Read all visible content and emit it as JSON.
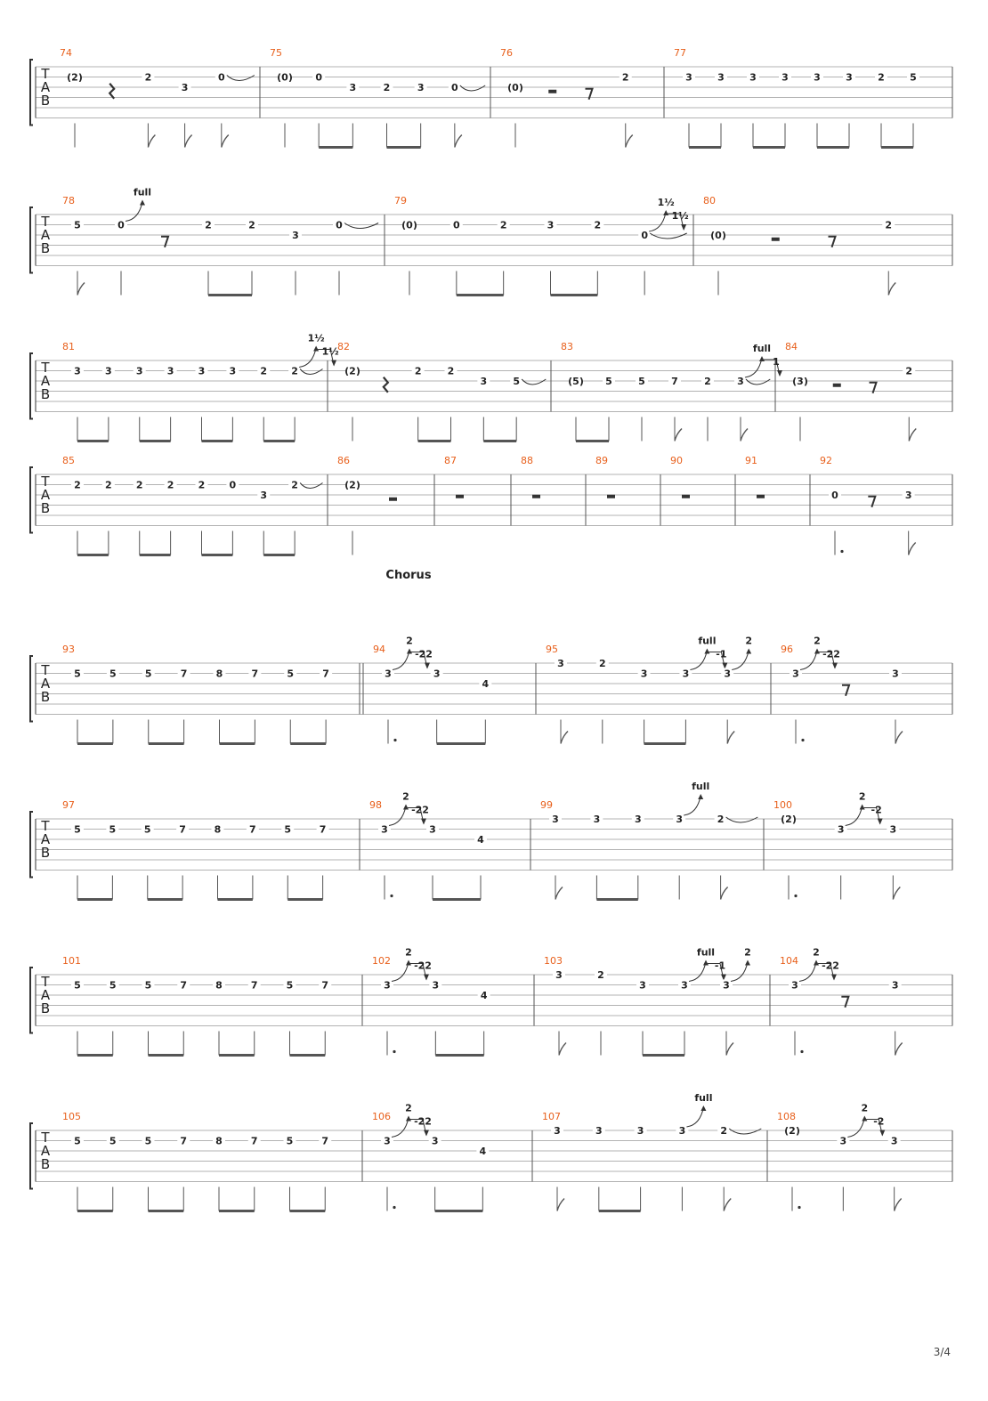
{
  "page_number": "3/4",
  "section_label": "Chorus",
  "clef_letters": [
    "T",
    "A",
    "B"
  ],
  "systems": [
    {
      "bars": [
        {
          "n": "74",
          "notes": [
            {
              "t": "(2)",
              "s": 1,
              "tie_from_prev": true,
              "stem": 0
            },
            {
              "rest": "quarter"
            },
            {
              "t": "2",
              "s": 1,
              "stem": 1
            },
            {
              "t": "3",
              "s": 2,
              "stem": 1
            },
            {
              "t": "0",
              "s": 1,
              "stem": 1,
              "tie": true
            }
          ]
        },
        {
          "n": "75",
          "notes": [
            {
              "t": "(0)",
              "s": 1,
              "stem": 0
            },
            {
              "t": "0",
              "s": 1
            },
            {
              "t": "3",
              "s": 2
            },
            {
              "t": "2",
              "s": 2
            },
            {
              "t": "3",
              "s": 2
            },
            {
              "t": "0",
              "s": 2,
              "stem": 1,
              "tie": true
            }
          ]
        },
        {
          "n": "76",
          "notes": [
            {
              "t": "(0)",
              "s": 2,
              "stem": 0
            },
            {
              "rest": "half"
            },
            {
              "rest": "eighth"
            },
            {
              "t": "2",
              "s": 1,
              "stem": 1
            }
          ]
        },
        {
          "n": "77",
          "notes": [
            {
              "t": "3",
              "s": 1
            },
            {
              "t": "3",
              "s": 1
            },
            {
              "t": "3",
              "s": 1
            },
            {
              "t": "3",
              "s": 1
            },
            {
              "t": "3",
              "s": 1
            },
            {
              "t": "3",
              "s": 1
            },
            {
              "t": "2",
              "s": 1
            },
            {
              "t": "5",
              "s": 1
            }
          ]
        }
      ]
    },
    {
      "bars": [
        {
          "n": "78",
          "notes": [
            {
              "t": "5",
              "s": 1,
              "stem": 1
            },
            {
              "t": "0",
              "s": 1,
              "stem": 0,
              "bend": "full"
            },
            {
              "rest": "eighth"
            },
            {
              "t": "2",
              "s": 1
            },
            {
              "t": "2",
              "s": 1
            },
            {
              "t": "3",
              "s": 2
            },
            {
              "t": "0",
              "s": 1,
              "stem": 0,
              "tie": true
            }
          ]
        },
        {
          "n": "79",
          "notes": [
            {
              "t": "(0)",
              "s": 1,
              "stem": 0
            },
            {
              "t": "0",
              "s": 1
            },
            {
              "t": "2",
              "s": 1
            },
            {
              "t": "3",
              "s": 1
            },
            {
              "t": "2",
              "s": 1
            },
            {
              "t": "0",
              "s": 2,
              "bend": "1½",
              "release": "1½",
              "tie": true
            }
          ]
        },
        {
          "n": "80",
          "notes": [
            {
              "t": "(0)",
              "s": 2,
              "stem": 0
            },
            {
              "rest": "half"
            },
            {
              "rest": "eighth"
            },
            {
              "t": "2",
              "s": 1,
              "stem": 1
            }
          ]
        }
      ]
    },
    {
      "bars": [
        {
          "n": "81",
          "notes": [
            {
              "t": "3",
              "s": 1
            },
            {
              "t": "3",
              "s": 1
            },
            {
              "t": "3",
              "s": 1
            },
            {
              "t": "3",
              "s": 1
            },
            {
              "t": "3",
              "s": 1
            },
            {
              "t": "3",
              "s": 1
            },
            {
              "t": "2",
              "s": 1
            },
            {
              "t": "2",
              "s": 1,
              "bend": "1½",
              "release": "1½",
              "tie": true
            }
          ]
        },
        {
          "n": "82",
          "notes": [
            {
              "t": "(2)",
              "s": 1,
              "stem": 0
            },
            {
              "rest": "quarter"
            },
            {
              "t": "2",
              "s": 1
            },
            {
              "t": "2",
              "s": 1
            },
            {
              "t": "3",
              "s": 2
            },
            {
              "t": "5",
              "s": 2,
              "tie": true
            }
          ]
        },
        {
          "n": "83",
          "notes": [
            {
              "t": "(5)",
              "s": 2
            },
            {
              "t": "5",
              "s": 2
            },
            {
              "t": "5",
              "s": 2
            },
            {
              "t": "7",
              "s": 2,
              "stem": 1
            },
            {
              "t": "2",
              "s": 2,
              "stem": 0
            },
            {
              "t": "3",
              "s": 2,
              "stem": 1,
              "bend": "full",
              "release": "1",
              "tie": true
            }
          ]
        },
        {
          "n": "84",
          "notes": [
            {
              "t": "(3)",
              "s": 2,
              "stem": 0
            },
            {
              "rest": "half"
            },
            {
              "rest": "eighth"
            },
            {
              "t": "2",
              "s": 1,
              "stem": 1
            }
          ]
        }
      ]
    },
    {
      "bars": [
        {
          "n": "85",
          "notes": [
            {
              "t": "2",
              "s": 1
            },
            {
              "t": "2",
              "s": 1
            },
            {
              "t": "2",
              "s": 1
            },
            {
              "t": "2",
              "s": 1
            },
            {
              "t": "2",
              "s": 1
            },
            {
              "t": "0",
              "s": 1
            },
            {
              "t": "3",
              "s": 2
            },
            {
              "t": "2",
              "s": 1,
              "tie": true
            }
          ]
        },
        {
          "n": "86",
          "notes": [
            {
              "t": "(2)",
              "s": 1,
              "stem": 0
            },
            {
              "rest": "half"
            }
          ]
        },
        {
          "n": "87",
          "notes": [
            {
              "rest": "whole"
            }
          ]
        },
        {
          "n": "88",
          "notes": [
            {
              "rest": "whole"
            }
          ]
        },
        {
          "n": "89",
          "notes": [
            {
              "rest": "whole"
            }
          ]
        },
        {
          "n": "90",
          "notes": [
            {
              "rest": "whole"
            }
          ]
        },
        {
          "n": "91",
          "notes": [
            {
              "rest": "whole"
            }
          ]
        },
        {
          "n": "92",
          "notes": [
            {
              "t": "0",
              "s": 2,
              "stem": 0,
              "dot": true
            },
            {
              "rest": "eighth"
            },
            {
              "t": "3",
              "s": 2,
              "stem": 1
            }
          ]
        }
      ]
    },
    {
      "bars": [
        {
          "n": "93",
          "notes": [
            {
              "t": "5",
              "s": 1
            },
            {
              "t": "5",
              "s": 1
            },
            {
              "t": "5",
              "s": 1
            },
            {
              "t": "7",
              "s": 1
            },
            {
              "t": "8",
              "s": 1
            },
            {
              "t": "7",
              "s": 1
            },
            {
              "t": "5",
              "s": 1
            },
            {
              "t": "7",
              "s": 1
            }
          ],
          "end_double": true
        },
        {
          "n": "94",
          "notes": [
            {
              "t": "3",
              "s": 1,
              "stem": 0,
              "dot": true,
              "bend": "2",
              "release": "-22"
            },
            {
              "t": "3",
              "s": 1
            },
            {
              "t": "4",
              "s": 2
            }
          ]
        },
        {
          "n": "95",
          "notes": [
            {
              "t": "3",
              "s": 0,
              "stem": 1
            },
            {
              "t": "2",
              "s": 0,
              "stem": 0
            },
            {
              "t": "3",
              "s": 1
            },
            {
              "t": "3",
              "s": 1,
              "bend": "full",
              "release": "-1"
            },
            {
              "t": "3",
              "s": 1,
              "stem": 1,
              "bend": "2"
            }
          ]
        },
        {
          "n": "96",
          "notes": [
            {
              "t": "3",
              "s": 1,
              "stem": 0,
              "dot": true,
              "bend": "2",
              "release": "-22"
            },
            {
              "rest": "eighth"
            },
            {
              "t": "3",
              "s": 1,
              "stem": 1
            }
          ]
        }
      ]
    },
    {
      "bars": [
        {
          "n": "97",
          "notes": [
            {
              "t": "5",
              "s": 1
            },
            {
              "t": "5",
              "s": 1
            },
            {
              "t": "5",
              "s": 1
            },
            {
              "t": "7",
              "s": 1
            },
            {
              "t": "8",
              "s": 1
            },
            {
              "t": "7",
              "s": 1
            },
            {
              "t": "5",
              "s": 1
            },
            {
              "t": "7",
              "s": 1
            }
          ]
        },
        {
          "n": "98",
          "notes": [
            {
              "t": "3",
              "s": 1,
              "stem": 0,
              "dot": true,
              "bend": "2",
              "release": "-22"
            },
            {
              "t": "3",
              "s": 1
            },
            {
              "t": "4",
              "s": 2
            }
          ]
        },
        {
          "n": "99",
          "notes": [
            {
              "t": "3",
              "s": 0,
              "stem": 1
            },
            {
              "t": "3",
              "s": 0
            },
            {
              "t": "3",
              "s": 0
            },
            {
              "t": "3",
              "s": 0,
              "bend": "full"
            },
            {
              "t": "2",
              "s": 0,
              "stem": 1,
              "tie": true
            }
          ]
        },
        {
          "n": "100",
          "notes": [
            {
              "t": "(2)",
              "s": 0,
              "stem": 0,
              "dot": true
            },
            {
              "t": "3",
              "s": 1,
              "bend": "2",
              "release": "-2"
            },
            {
              "t": "3",
              "s": 1,
              "stem": 1
            }
          ]
        }
      ]
    },
    {
      "bars": [
        {
          "n": "101",
          "notes": [
            {
              "t": "5",
              "s": 1
            },
            {
              "t": "5",
              "s": 1
            },
            {
              "t": "5",
              "s": 1
            },
            {
              "t": "7",
              "s": 1
            },
            {
              "t": "8",
              "s": 1
            },
            {
              "t": "7",
              "s": 1
            },
            {
              "t": "5",
              "s": 1
            },
            {
              "t": "7",
              "s": 1
            }
          ]
        },
        {
          "n": "102",
          "notes": [
            {
              "t": "3",
              "s": 1,
              "stem": 0,
              "dot": true,
              "bend": "2",
              "release": "-22"
            },
            {
              "t": "3",
              "s": 1
            },
            {
              "t": "4",
              "s": 2
            }
          ]
        },
        {
          "n": "103",
          "notes": [
            {
              "t": "3",
              "s": 0,
              "stem": 1
            },
            {
              "t": "2",
              "s": 0,
              "stem": 0
            },
            {
              "t": "3",
              "s": 1
            },
            {
              "t": "3",
              "s": 1,
              "bend": "full",
              "release": "-1"
            },
            {
              "t": "3",
              "s": 1,
              "stem": 1,
              "bend": "2"
            }
          ]
        },
        {
          "n": "104",
          "notes": [
            {
              "t": "3",
              "s": 1,
              "stem": 0,
              "dot": true,
              "bend": "2",
              "release": "-22"
            },
            {
              "rest": "eighth"
            },
            {
              "t": "3",
              "s": 1,
              "stem": 1
            }
          ]
        }
      ]
    },
    {
      "bars": [
        {
          "n": "105",
          "notes": [
            {
              "t": "5",
              "s": 1
            },
            {
              "t": "5",
              "s": 1
            },
            {
              "t": "5",
              "s": 1
            },
            {
              "t": "7",
              "s": 1
            },
            {
              "t": "8",
              "s": 1
            },
            {
              "t": "7",
              "s": 1
            },
            {
              "t": "5",
              "s": 1
            },
            {
              "t": "7",
              "s": 1
            }
          ]
        },
        {
          "n": "106",
          "notes": [
            {
              "t": "3",
              "s": 1,
              "stem": 0,
              "dot": true,
              "bend": "2",
              "release": "-22"
            },
            {
              "t": "3",
              "s": 1
            },
            {
              "t": "4",
              "s": 2
            }
          ]
        },
        {
          "n": "107",
          "notes": [
            {
              "t": "3",
              "s": 0,
              "stem": 1
            },
            {
              "t": "3",
              "s": 0
            },
            {
              "t": "3",
              "s": 0
            },
            {
              "t": "3",
              "s": 0,
              "bend": "full"
            },
            {
              "t": "2",
              "s": 0,
              "stem": 1,
              "tie": true
            }
          ]
        },
        {
          "n": "108",
          "notes": [
            {
              "t": "(2)",
              "s": 0,
              "stem": 0,
              "dot": true
            },
            {
              "t": "3",
              "s": 1,
              "bend": "2",
              "release": "-2"
            },
            {
              "t": "3",
              "s": 1,
              "stem": 1
            }
          ]
        }
      ]
    }
  ],
  "colors": {
    "measure_number": "#e8601c",
    "staff_line": "#9a9a9a",
    "note_text": "#222222",
    "beam": "#555555"
  }
}
